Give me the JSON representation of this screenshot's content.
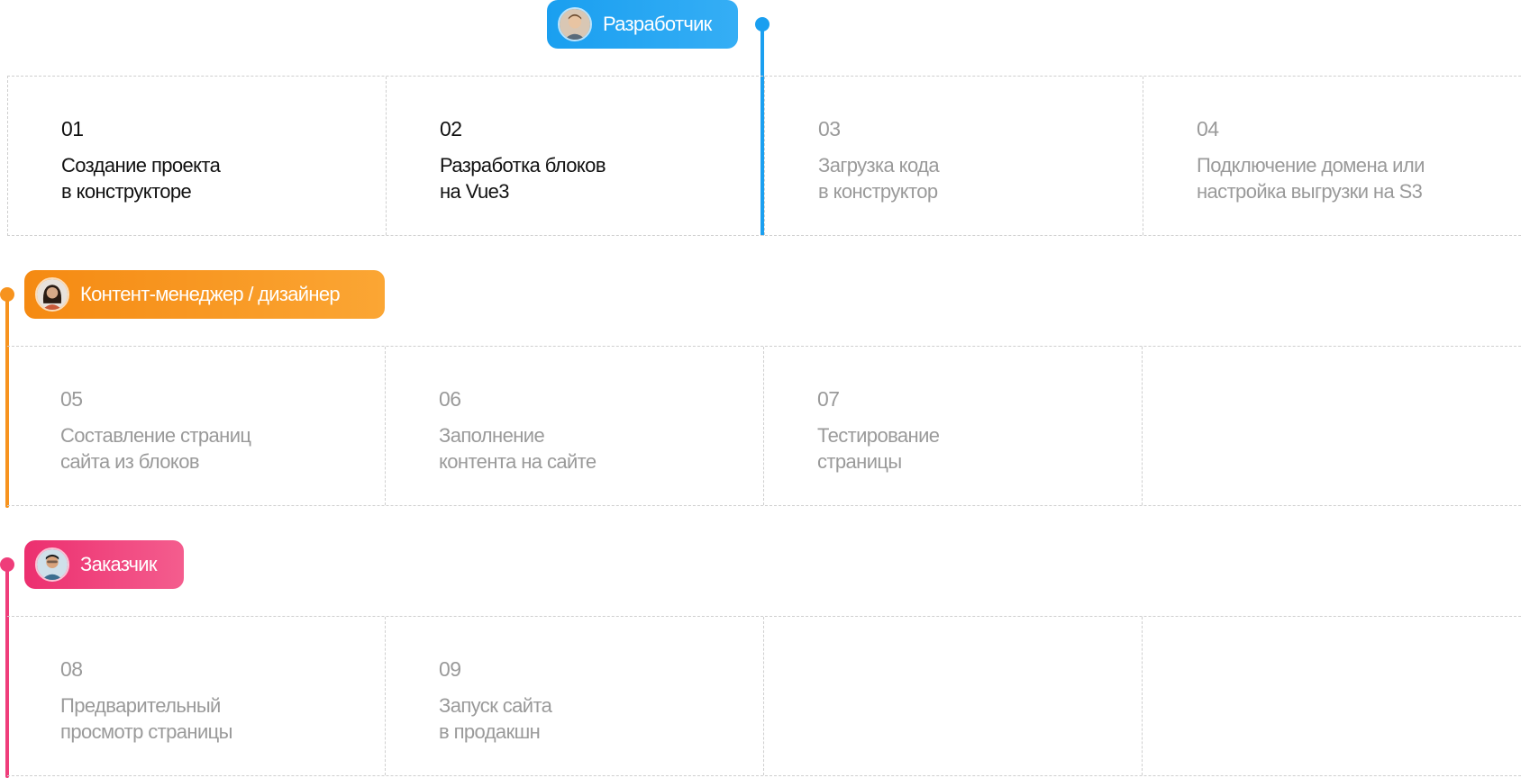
{
  "colors": {
    "developer": "#1a9ff0",
    "content": "#f7931e",
    "customer": "#ef3d7a",
    "muted_text": "#9a9a9a",
    "active_text": "#111111",
    "grid": "#cfcfcf"
  },
  "roles": [
    {
      "id": "developer",
      "label": "Разработчик",
      "avatar_icon": "developer-avatar-icon"
    },
    {
      "id": "content",
      "label": "Контент-менеджер / дизайнер",
      "avatar_icon": "content-manager-avatar-icon"
    },
    {
      "id": "customer",
      "label": "Заказчик",
      "avatar_icon": "customer-avatar-icon"
    }
  ],
  "steps": [
    {
      "num": "01",
      "lines": [
        "Создание проекта",
        "в конструкторе"
      ],
      "active": true
    },
    {
      "num": "02",
      "lines": [
        "Разработка блоков",
        "на Vue3"
      ],
      "active": true
    },
    {
      "num": "03",
      "lines": [
        "Загрузка кода",
        "в конструктор"
      ],
      "active": false
    },
    {
      "num": "04",
      "lines": [
        "Подключение домена или",
        "настройка выгрузки на S3"
      ],
      "active": false
    },
    {
      "num": "05",
      "lines": [
        "Составление страниц",
        "сайта из блоков"
      ],
      "active": false
    },
    {
      "num": "06",
      "lines": [
        "Заполнение",
        "контента на сайте"
      ],
      "active": false
    },
    {
      "num": "07",
      "lines": [
        "Тестирование",
        "страницы"
      ],
      "active": false
    },
    {
      "num": "08",
      "lines": [
        "Предварительный",
        "просмотр страницы"
      ],
      "active": false
    },
    {
      "num": "09",
      "lines": [
        "Запуск сайта",
        "в продакшн"
      ],
      "active": false
    }
  ]
}
